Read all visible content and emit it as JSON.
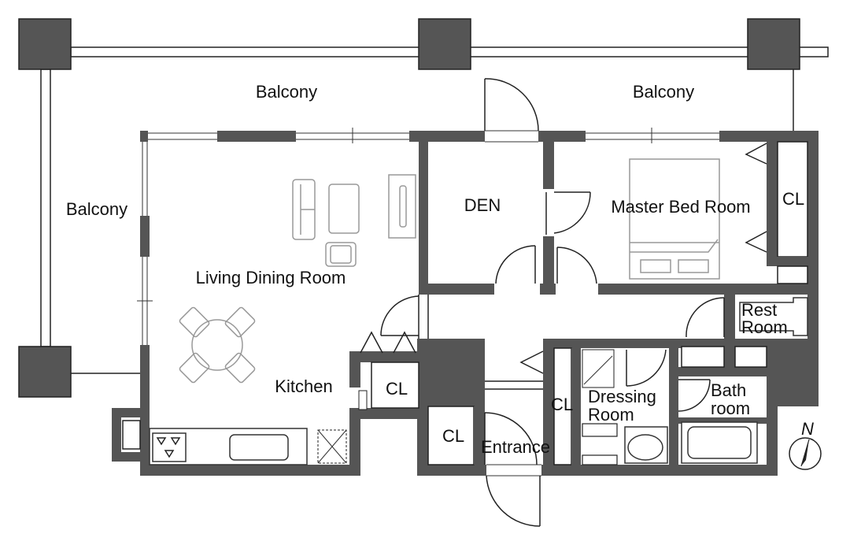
{
  "labels": {
    "balcony_north_left": "Balcony",
    "balcony_north_right": "Balcony",
    "balcony_west": "Balcony",
    "living_dining": "Living Dining Room",
    "den": "DEN",
    "master_bed": "Master Bed Room",
    "cl_master": "CL",
    "rest_room_line1": "Rest",
    "rest_room_line2": "Room",
    "kitchen": "Kitchen",
    "cl_kitchen": "CL",
    "cl_entrance_left": "CL",
    "cl_hall": "CL",
    "entrance": "Entrance",
    "dressing_line1": "Dressing",
    "dressing_line2": "Room",
    "bath_line1": "Bath",
    "bath_line2": "room",
    "compass_n": "N"
  },
  "colors": {
    "wall": "#555555",
    "line": "#222222",
    "furniture": "#999999",
    "background": "#ffffff"
  },
  "icons": {
    "compass": "north-arrow-icon"
  }
}
